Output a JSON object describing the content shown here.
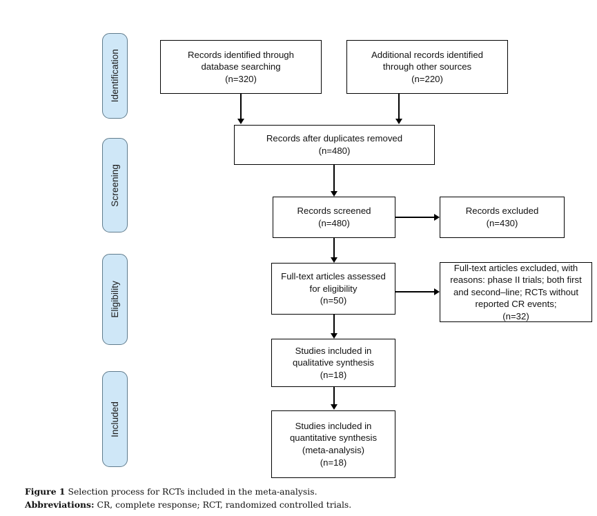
{
  "figure": {
    "type": "prisma-flow-diagram",
    "caption_label": "Figure 1",
    "caption_text": " Selection process for RCTs included in the meta-analysis.",
    "abbrev_label": "Abbreviations:",
    "abbrev_text": " CR, complete response; RCT, randomized controlled trials."
  },
  "colors": {
    "stage_fill": "#cfe7f7",
    "stage_border": "#5f7b8c",
    "box_border": "#000000",
    "box_fill": "#ffffff",
    "text": "#111111"
  },
  "stages": [
    {
      "id": "identification",
      "label": "Identification"
    },
    {
      "id": "screening",
      "label": "Screening"
    },
    {
      "id": "eligibility",
      "label": "Eligibility"
    },
    {
      "id": "included",
      "label": "Included"
    }
  ],
  "nodes": {
    "records_identified": {
      "label": "Records identified through\ndatabase searching\n(n=320)",
      "n": 320
    },
    "additional_records": {
      "label": "Additional records identified\nthrough other sources\n(n=220)",
      "n": 220
    },
    "duplicates_removed": {
      "label": "Records after duplicates removed\n(n=480)",
      "n": 480
    },
    "records_screened": {
      "label": "Records screened\n(n=480)",
      "n": 480
    },
    "records_excluded": {
      "label": "Records excluded\n(n=430)",
      "n": 430
    },
    "fulltext_assessed": {
      "label": "Full-text articles assessed\nfor eligibility\n(n=50)",
      "n": 50
    },
    "fulltext_excluded": {
      "label": "Full-text articles excluded, with\nreasons: phase II trials; both first\nand second–line; RCTs without\nreported CR events;\n(n=32)",
      "n": 32
    },
    "qualitative_synthesis": {
      "label": "Studies included in\nqualitative synthesis\n(n=18)",
      "n": 18
    },
    "quantitative_synthesis": {
      "label": "Studies included in\nquantitative synthesis\n(meta-analysis)\n(n=18)",
      "n": 18
    }
  }
}
